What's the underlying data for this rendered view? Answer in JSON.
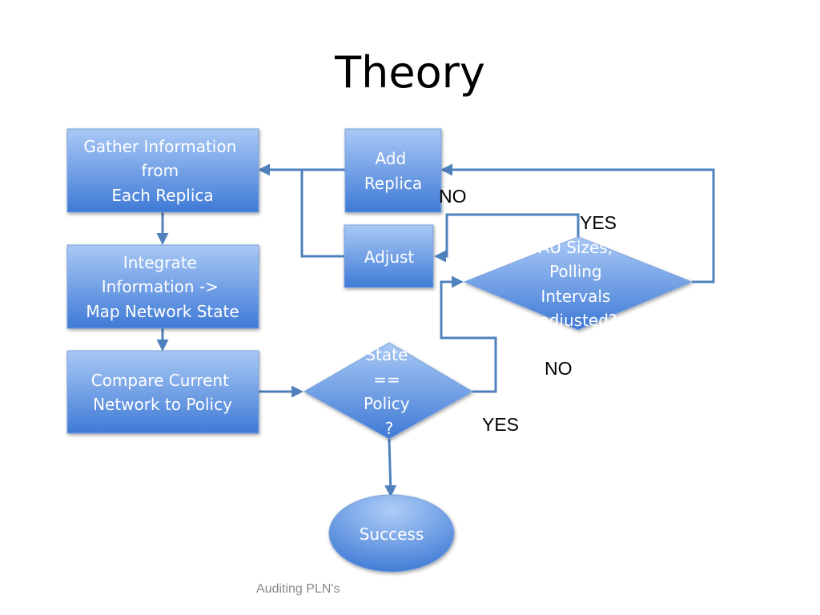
{
  "title": "Theory",
  "footer": "Auditing PLN's",
  "nodes": {
    "gather": {
      "lines": [
        "Gather Information",
        "from",
        "Each Replica"
      ]
    },
    "integrate": {
      "lines": [
        "Integrate",
        "Information ->",
        "Map Network State"
      ]
    },
    "compare": {
      "lines": [
        "Compare Current",
        "Network to Policy"
      ]
    },
    "add_replica": {
      "lines": [
        "Add",
        "Replica"
      ]
    },
    "adjust": {
      "lines": [
        "Adjust"
      ]
    },
    "policy_check": {
      "lines": [
        "State",
        "==",
        "Policy",
        "?"
      ]
    },
    "au_check": {
      "lines": [
        "AU Sizes,",
        "Polling",
        "Intervals",
        "adjusted?"
      ]
    },
    "success": {
      "lines": [
        "Success"
      ]
    }
  },
  "edge_labels": {
    "au_no": "NO",
    "au_yes": "YES",
    "policy_no": "NO",
    "policy_yes": "YES"
  },
  "colors": {
    "fill_top": "#a9c8f5",
    "fill_bottom": "#3f7ad6",
    "stroke": "#7aa3dd",
    "connector": "#4f81bd"
  }
}
